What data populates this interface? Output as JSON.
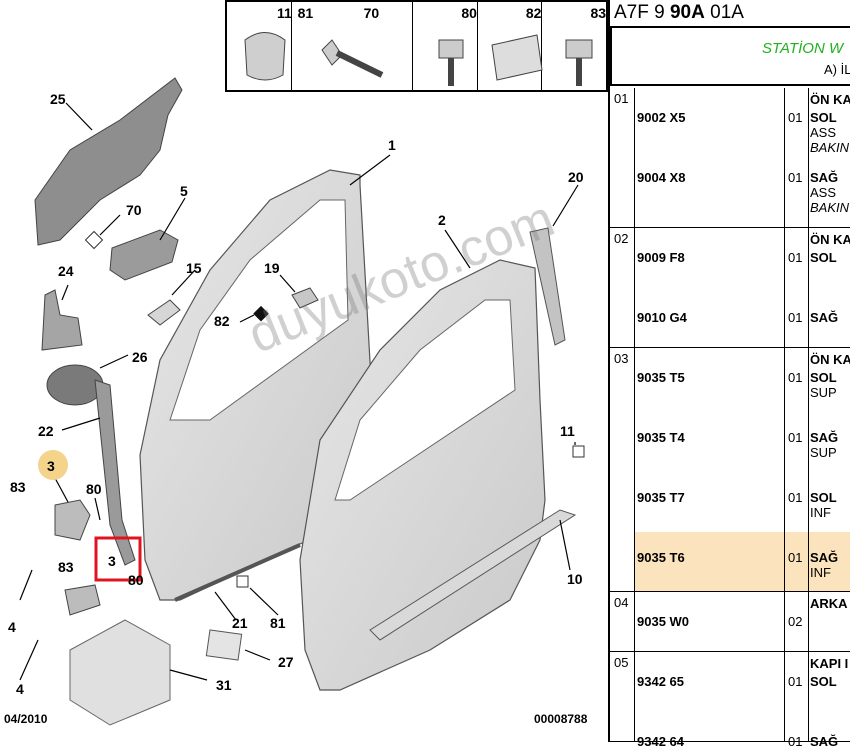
{
  "reference": {
    "prefix": "A7F 9 ",
    "bold": "90A",
    "suffix": " 01A"
  },
  "header": {
    "line1": "STATİON W",
    "line2": "A) İL"
  },
  "hardware": [
    {
      "num": "11",
      "icon": "clip-icon"
    },
    {
      "num": "81",
      "icon": "rivet-icon"
    },
    {
      "num": "70",
      "icon": ""
    },
    {
      "num": "80",
      "icon": "bolt-icon"
    },
    {
      "num": "82",
      "icon": "grommet-icon"
    },
    {
      "num": "83",
      "icon": "screw-icon"
    }
  ],
  "callouts": [
    "25",
    "70",
    "5",
    "24",
    "15",
    "26",
    "22",
    "3",
    "83",
    "80",
    "3",
    "80",
    "83",
    "4",
    "4",
    "31",
    "27",
    "21",
    "81",
    "10",
    "11",
    "2",
    "20",
    "1",
    "19",
    "82"
  ],
  "groups": [
    {
      "num": "01",
      "rows": [
        {
          "pn": "",
          "qty": "",
          "lines": [
            "ÖN KA"
          ]
        },
        {
          "pn": "9002 X5",
          "qty": "01",
          "lines": [
            "SOL",
            "ASS",
            "BAKIN"
          ]
        },
        {
          "pn": "9004 X8",
          "qty": "01",
          "lines": [
            "SAĞ",
            "ASS",
            "BAKIN"
          ]
        }
      ]
    },
    {
      "num": "02",
      "rows": [
        {
          "pn": "",
          "qty": "",
          "lines": [
            "ÖN KA"
          ]
        },
        {
          "pn": "9009 F8",
          "qty": "01",
          "lines": [
            "SOL"
          ]
        },
        {
          "pn": "9010 G4",
          "qty": "01",
          "lines": [
            "SAĞ"
          ]
        }
      ]
    },
    {
      "num": "03",
      "rows": [
        {
          "pn": "",
          "qty": "",
          "lines": [
            "ÖN KA"
          ]
        },
        {
          "pn": "9035 T5",
          "qty": "01",
          "lines": [
            "SOL",
            "SUP"
          ]
        },
        {
          "pn": "9035 T4",
          "qty": "01",
          "lines": [
            "SAĞ",
            "SUP"
          ]
        },
        {
          "pn": "9035 T7",
          "qty": "01",
          "lines": [
            "SOL",
            "INF"
          ]
        },
        {
          "pn": "9035 T6",
          "qty": "01",
          "lines": [
            "SAĞ",
            "INF"
          ]
        }
      ]
    },
    {
      "num": "04",
      "rows": [
        {
          "pn": "",
          "qty": "",
          "lines": [
            "ARKA"
          ]
        },
        {
          "pn": "9035 W0",
          "qty": "02",
          "lines": []
        }
      ]
    },
    {
      "num": "05",
      "rows": [
        {
          "pn": "",
          "qty": "",
          "lines": [
            "KAPI I"
          ]
        },
        {
          "pn": "9342 65",
          "qty": "01",
          "lines": [
            "SOL"
          ]
        },
        {
          "pn": "9342 64",
          "qty": "01",
          "lines": [
            "SAĞ"
          ]
        }
      ]
    }
  ],
  "footer": {
    "date": "04/2010",
    "code": "00008788"
  },
  "watermark": "duyukoto.com",
  "colors": {
    "highlight": "#fbe3bd",
    "green": "#1fb21f",
    "callout_marker": "#f3d48a",
    "selection_box": "#e0141e"
  }
}
